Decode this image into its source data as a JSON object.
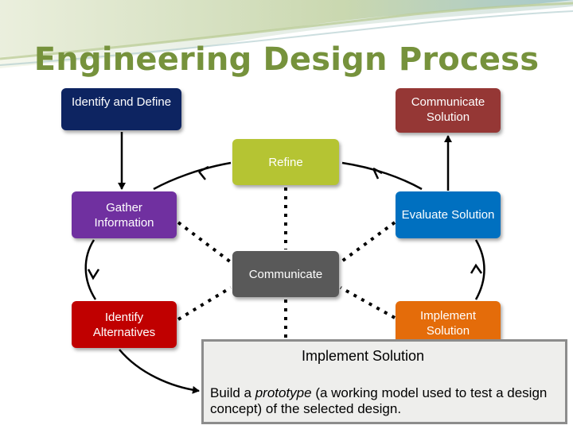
{
  "title": "Engineering Design Process",
  "steps": {
    "identify_define": "Identify and Define",
    "communicate_solution": "Communicate Solution",
    "refine": "Refine",
    "gather_information": "Gather Information",
    "evaluate_solution": "Evaluate Solution",
    "communicate": "Communicate",
    "identify_alternatives": "Identify Alternatives",
    "implement_solution": "Implement Solution"
  },
  "detail": {
    "title": "Implement Solution",
    "body_prefix": "Build a ",
    "body_emphasis": "prototype",
    "body_suffix": " (a working model used to test a design concept) of the selected design."
  },
  "colors": {
    "title": "#76923c",
    "identify_define": "#0d2461",
    "communicate_solution": "#953735",
    "refine": "#b5c433",
    "gather_information": "#7030a0",
    "evaluate_solution": "#0070c0",
    "communicate": "#595959",
    "identify_alternatives": "#c00000",
    "implement_solution": "#e46c0a"
  }
}
